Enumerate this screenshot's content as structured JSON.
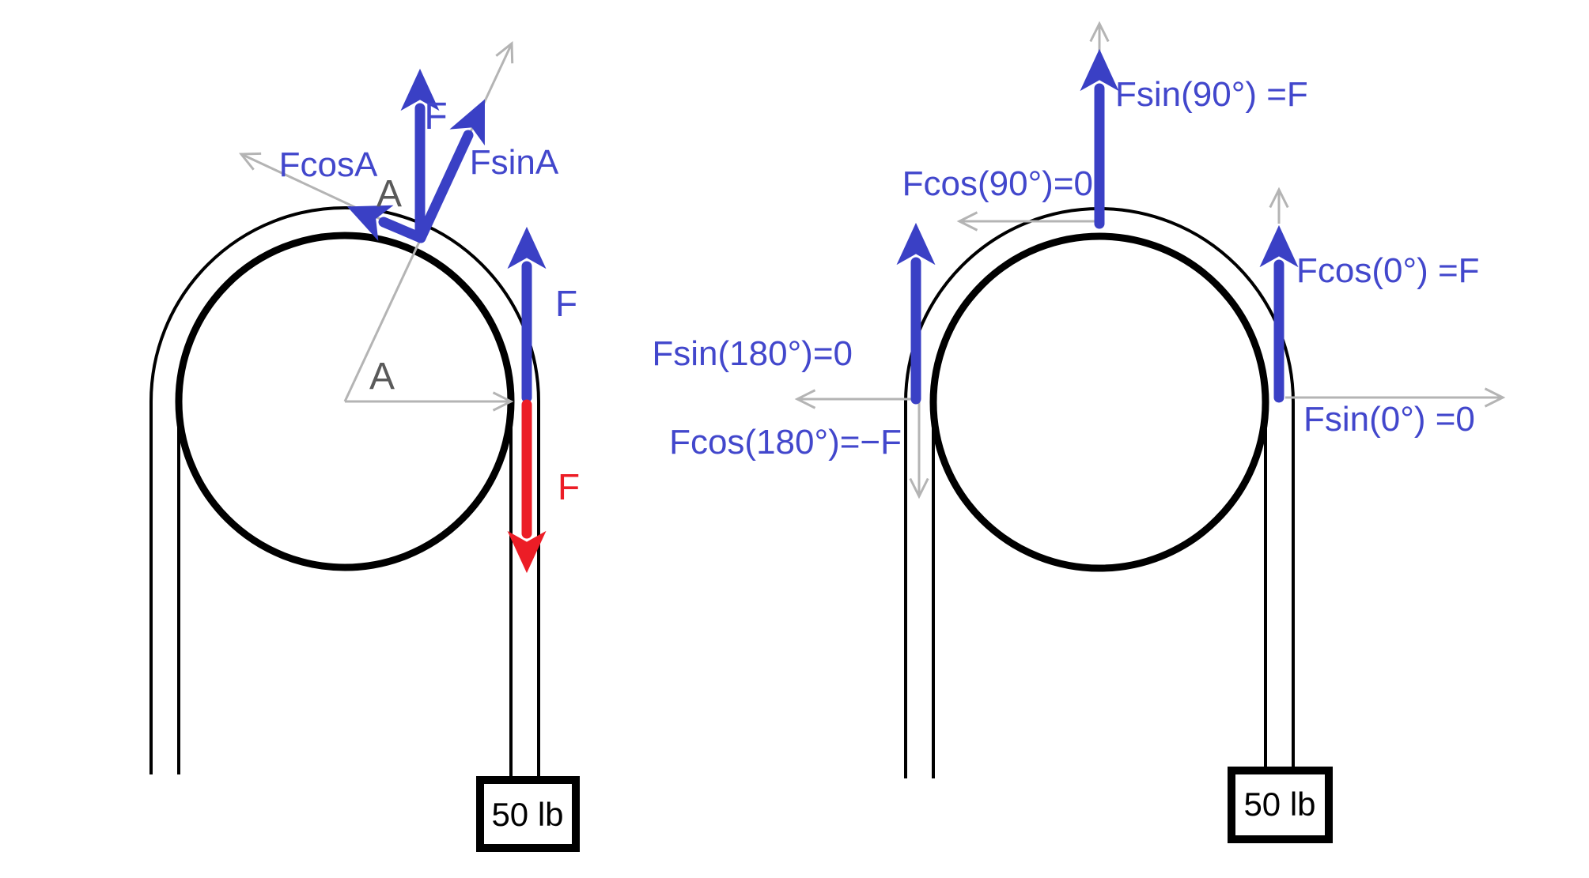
{
  "page": {
    "title": "Pulley rope tension force components diagram"
  },
  "colors": {
    "bg": "#ffffff",
    "black": "#000000",
    "blue": "#3a40c5",
    "blue_text": "#4247cc",
    "red": "#ec1d26",
    "gray_line": "#b4b4b4",
    "gray_text": "#5a5a5a"
  },
  "left_diagram": {
    "labels": {
      "fcos_a": "FcosA",
      "angle_tangent": "A",
      "force_main": "F",
      "fsin_a": "FsinA",
      "angle_center": "A",
      "force_up": "F",
      "force_down": "F"
    },
    "weight_label": "50 lb"
  },
  "right_diagram": {
    "labels": {
      "fsin_90": "Fsin(90°) =F",
      "fcos_90": "Fcos(90°)=0",
      "fsin_180": "Fsin(180°)=0",
      "fcos_180": "Fcos(180°)=−F",
      "fcos_0": "Fcos(0°) =F",
      "fsin_0": "Fsin(0°) =0"
    },
    "weight_label": "50 lb"
  }
}
